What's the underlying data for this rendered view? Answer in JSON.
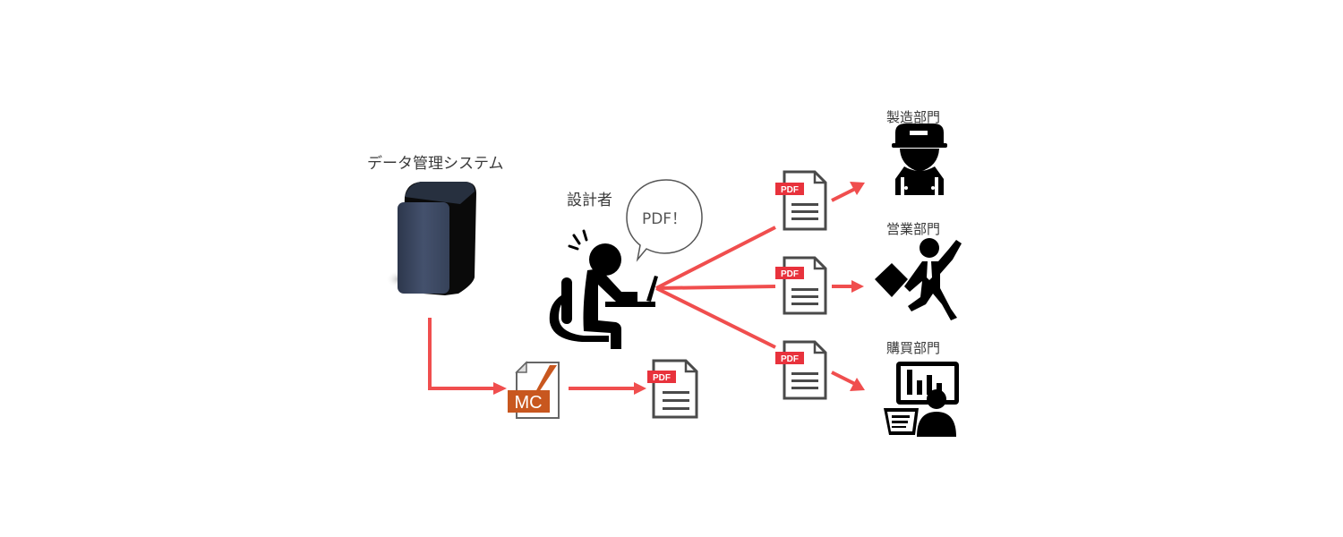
{
  "diagram": {
    "data_system": {
      "label": "データ管理システム",
      "icon": "server-icon"
    },
    "designer": {
      "label": "設計者",
      "speech": "PDF！",
      "icon": "person-at-laptop-icon"
    },
    "converter": {
      "badge": "MC",
      "icon": "mc-converter-file-icon"
    },
    "pdf_badge": "PDF",
    "departments": [
      {
        "label": "製造部門",
        "icon": "factory-worker-icon"
      },
      {
        "label": "営業部門",
        "icon": "salesperson-icon"
      },
      {
        "label": "購買部門",
        "icon": "purchasing-analyst-icon"
      }
    ],
    "colors": {
      "arrow": "#f04e4e",
      "pdf_red": "#e8323c",
      "doc_stroke": "#4a4a4a",
      "mc_orange": "#c8571f",
      "server_front": "#3f4c66",
      "server_side": "#0a0a0a"
    }
  }
}
